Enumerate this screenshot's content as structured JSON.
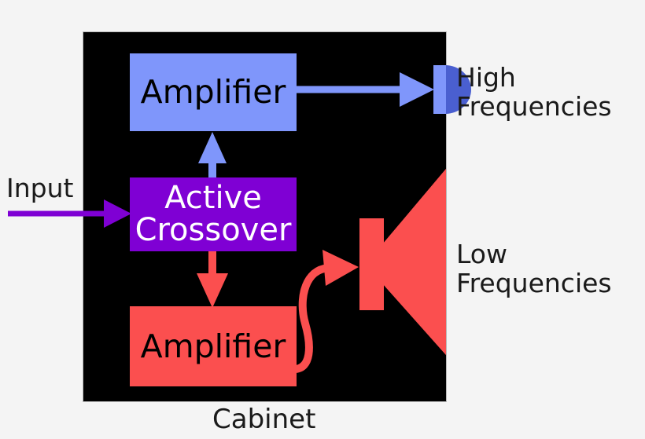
{
  "diagram": {
    "title_label": "Cabinet",
    "background_color": "#f4f4f4",
    "cabinet_color": "#000000",
    "colors": {
      "high_path": "#7f96fb",
      "low_path": "#fb4f4f",
      "input_path": "#7f00d4",
      "crossover_fill": "#7f00d4",
      "text_dark": "#1a1a1a",
      "text_light": "#ffffff",
      "tweeter_dome": "#4a5fd0"
    },
    "blocks": [
      {
        "id": "amp-high",
        "label": "Amplifier",
        "fill": "#7f96fb",
        "text_color": "#000000"
      },
      {
        "id": "crossover",
        "label_line1": "Active",
        "label_line2": "Crossover",
        "fill": "#7f00d4",
        "text_color": "#ffffff"
      },
      {
        "id": "amp-low",
        "label": "Amplifier",
        "fill": "#fb4f4f",
        "text_color": "#000000"
      }
    ],
    "labels": {
      "input": "Input",
      "high_frequencies_line1": "High",
      "high_frequencies_line2": "Frequencies",
      "low_frequencies_line1": "Low",
      "low_frequencies_line2": "Frequencies",
      "cabinet": "Cabinet"
    },
    "drivers": [
      {
        "id": "tweeter",
        "name": "tweeter-driver",
        "color": "#7f96fb"
      },
      {
        "id": "woofer",
        "name": "woofer-driver",
        "color": "#fb4f4f"
      }
    ],
    "connections": [
      {
        "name": "input-to-crossover",
        "color": "#7f00d4",
        "direction": "right"
      },
      {
        "name": "crossover-to-high-amplifier",
        "color": "#7f96fb",
        "direction": "up"
      },
      {
        "name": "crossover-to-low-amplifier",
        "color": "#fb4f4f",
        "direction": "down"
      },
      {
        "name": "high-amplifier-to-tweeter",
        "color": "#7f96fb",
        "direction": "right"
      },
      {
        "name": "low-amplifier-to-woofer",
        "color": "#fb4f4f",
        "direction": "curved-right"
      }
    ]
  }
}
